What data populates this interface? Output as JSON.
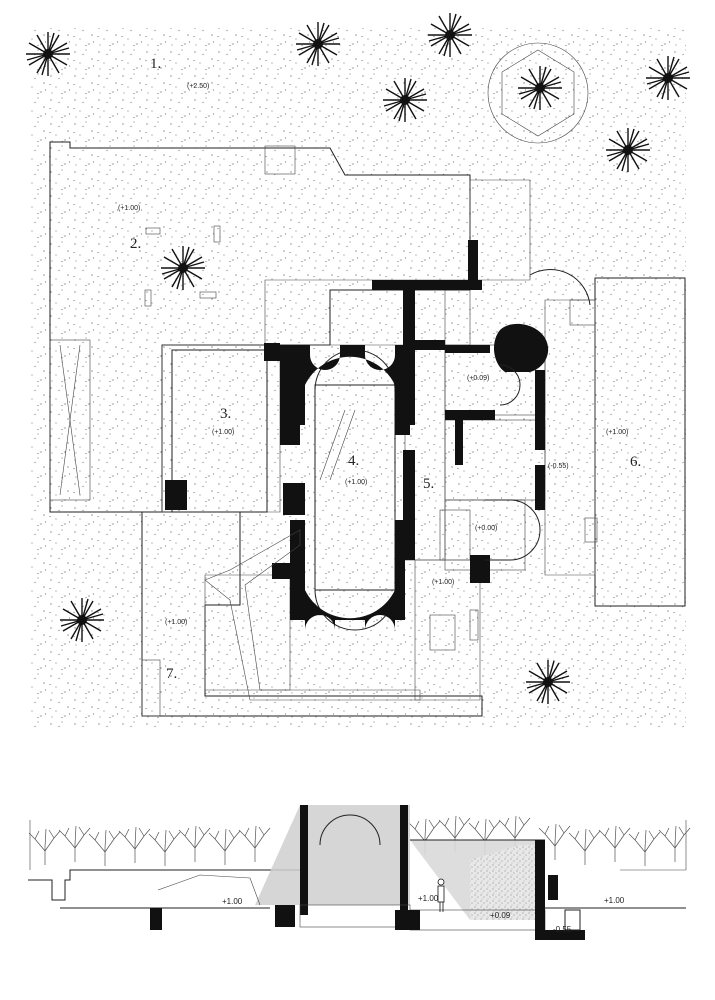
{
  "plan": {
    "zones": [
      {
        "id": "1",
        "label": "1.",
        "level": "(+2.50)"
      },
      {
        "id": "2",
        "label": "2.",
        "level": "(+1.00)"
      },
      {
        "id": "3",
        "label": "3.",
        "level": "(+1.00)"
      },
      {
        "id": "4",
        "label": "4.",
        "level": "(+1.00)"
      },
      {
        "id": "5",
        "label": "5.",
        "level": ""
      },
      {
        "id": "6",
        "label": "6.",
        "level": "(+1.00)"
      },
      {
        "id": "7",
        "label": "7.",
        "level": "(+1.00)"
      }
    ],
    "levels": {
      "room_upper": "(+0.09)",
      "room_lower": "(+0.00)",
      "courtyard": "(-0.55)",
      "entry": "(+1.00)"
    }
  },
  "section": {
    "levels": {
      "left": "+1.00",
      "center": "+1.00",
      "room": "+0.09",
      "sunken": "-0.55",
      "right": "+1.00"
    }
  }
}
